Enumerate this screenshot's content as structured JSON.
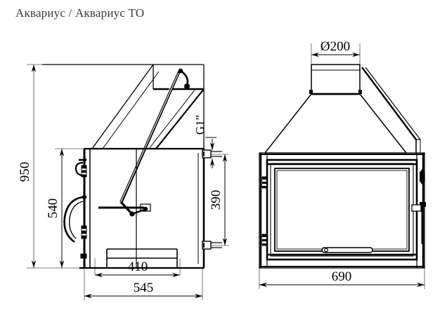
{
  "page": {
    "title": "Аквариус / Аквариус ТО",
    "background_color": "#ffffff",
    "line_color": "#000000",
    "title_color": "#3a3a3a"
  },
  "drawing": {
    "type": "technical-drawing",
    "description": "Fireplace insert orthographic views: side section view (left) and front elevation (right)",
    "views": [
      {
        "name": "side-section-view",
        "position": "left"
      },
      {
        "name": "front-elevation-view",
        "position": "right"
      }
    ]
  },
  "dimensions": {
    "side_view": [
      {
        "name": "overall-height",
        "label": "950",
        "orientation": "vertical",
        "unit": "mm"
      },
      {
        "name": "body-height",
        "label": "540",
        "orientation": "vertical",
        "unit": "mm"
      },
      {
        "name": "body-depth",
        "label": "410",
        "orientation": "horizontal",
        "unit": "mm"
      },
      {
        "name": "overall-depth",
        "label": "545",
        "orientation": "horizontal",
        "unit": "mm"
      },
      {
        "name": "water-connection-spacing",
        "label": "390",
        "orientation": "vertical",
        "unit": "mm"
      },
      {
        "name": "pipe-thread-spec",
        "label": "G1”",
        "orientation": "leader",
        "unit": "inch"
      }
    ],
    "front_view": [
      {
        "name": "flue-diameter",
        "label": "Ø200",
        "orientation": "horizontal",
        "unit": "mm"
      },
      {
        "name": "overall-width",
        "label": "690",
        "orientation": "horizontal",
        "unit": "mm"
      }
    ]
  }
}
